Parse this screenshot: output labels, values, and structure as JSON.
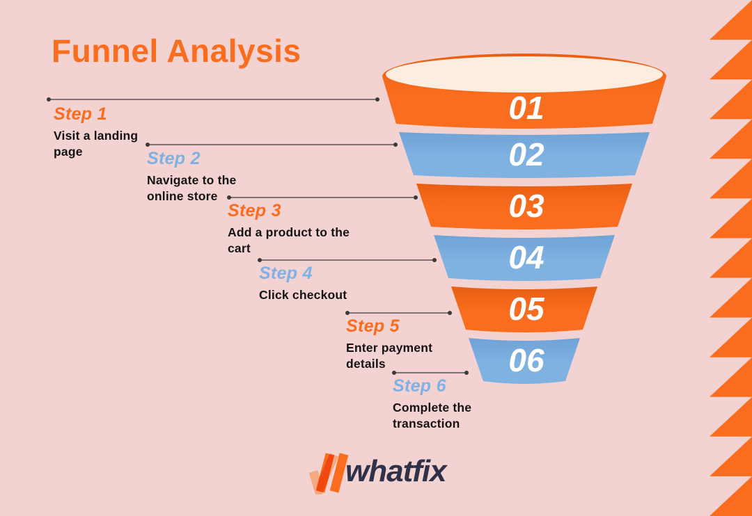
{
  "title": "Funnel Analysis",
  "steps": [
    {
      "label": "Step 1",
      "description": "Visit a landing page",
      "accent": "orange"
    },
    {
      "label": "Step 2",
      "description": "Navigate to the online store",
      "accent": "blue"
    },
    {
      "label": "Step 3",
      "description": "Add a product to the cart",
      "accent": "orange"
    },
    {
      "label": "Step 4",
      "description": "Click checkout",
      "accent": "blue"
    },
    {
      "label": "Step 5",
      "description": "Enter payment details",
      "accent": "orange"
    },
    {
      "label": "Step 6",
      "description": "Complete the transaction",
      "accent": "blue"
    }
  ],
  "funnel": {
    "bands": [
      {
        "number": "01",
        "color": "orange"
      },
      {
        "number": "02",
        "color": "blue"
      },
      {
        "number": "03",
        "color": "orange"
      },
      {
        "number": "04",
        "color": "blue"
      },
      {
        "number": "05",
        "color": "orange"
      },
      {
        "number": "06",
        "color": "blue"
      }
    ]
  },
  "logo": {
    "text_what": "what",
    "text_fix": "fix",
    "brand": "whatfix"
  },
  "colors": {
    "background": "#f3d2d2",
    "orange": "#fa6d1e",
    "orange_dark": "#e85f13",
    "blue": "#7fb1e1",
    "blue_dark": "#6fa3d6",
    "cream": "#fcede1",
    "line": "#3a3a3a",
    "text_dark": "#141414",
    "logo_navy": "#2e3147",
    "logo_peach": "#f6a97e"
  },
  "decor": {
    "triangle_count": 13,
    "triangle_width": 61
  }
}
